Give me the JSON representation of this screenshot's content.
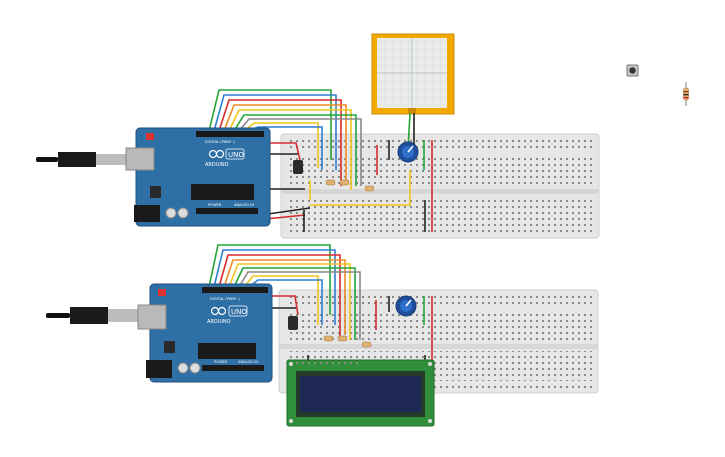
{
  "board_top": {
    "label_arduino": "ARDUINO",
    "label_uno": "UNO",
    "label_digital": "DIGITAL (PWM~)",
    "label_power": "POWER",
    "label_analog": "ANALOG IN"
  },
  "board_bottom": {
    "label_arduino": "ARDUINO",
    "label_uno": "UNO",
    "label_digital": "DIGITAL (PWM~)",
    "label_power": "POWER",
    "label_analog": "ANALOG IN"
  },
  "components": {
    "oscilloscope": "oscilloscope",
    "pushbutton": "pushbutton",
    "resistor": "resistor",
    "potentiometer": "potentiometer",
    "lcd": "16x2 LCD"
  },
  "colors": {
    "arduino_blue": "#2e6fa5",
    "breadboard": "#e6e6e6",
    "lcd_green": "#2f8f3a",
    "lcd_screen": "#1e2a55",
    "oscilloscope_frame": "#f2a900",
    "wire_green": "#23a537",
    "wire_red": "#d62b2b",
    "wire_yellow": "#f0c419",
    "wire_orange": "#f08a24",
    "wire_blue": "#2f7fd0",
    "wire_black": "#222222"
  }
}
